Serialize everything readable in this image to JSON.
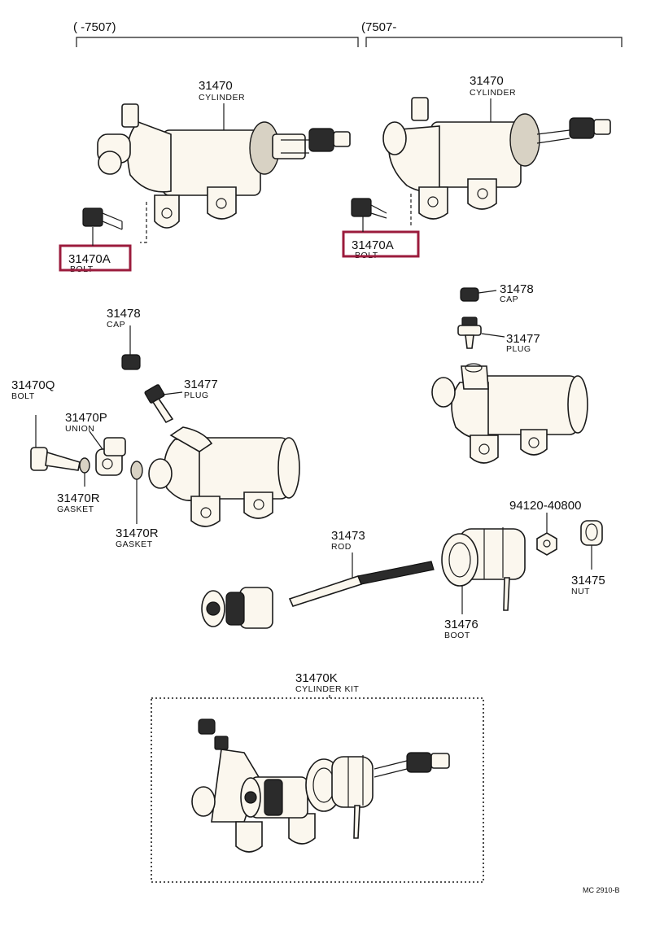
{
  "headers": {
    "left": "(        -7507)",
    "right": "(7507-        "
  },
  "callouts": {
    "cyl_left": {
      "num": "31470",
      "label": "CYLINDER"
    },
    "cyl_right": {
      "num": "31470",
      "label": "CYLINDER"
    },
    "bolt_a_left": {
      "num": "31470A",
      "label": "BOLT"
    },
    "bolt_a_right": {
      "num": "31470A",
      "label": "BOLT"
    },
    "cap_left": {
      "num": "31478",
      "label": "CAP"
    },
    "cap_right": {
      "num": "31478",
      "label": "CAP"
    },
    "plug_left": {
      "num": "31477",
      "label": "PLUG"
    },
    "plug_right": {
      "num": "31477",
      "label": "PLUG"
    },
    "bolt_q": {
      "num": "31470Q",
      "label": "BOLT"
    },
    "union_p": {
      "num": "31470P",
      "label": "UNION"
    },
    "gasket_r1": {
      "num": "31470R",
      "label": "GASKET"
    },
    "gasket_r2": {
      "num": "31470R",
      "label": "GASKET"
    },
    "washer": {
      "num": "94120-40800"
    },
    "rod": {
      "num": "31473",
      "label": "ROD"
    },
    "nut": {
      "num": "31475",
      "label": "NUT"
    },
    "boot": {
      "num": "31476",
      "label": "BOOT"
    },
    "kit": {
      "num": "31470K",
      "label": "CYLINDER KIT"
    }
  },
  "footer_code": "MC 2910-B",
  "highlight_color": "#9b1b3c"
}
